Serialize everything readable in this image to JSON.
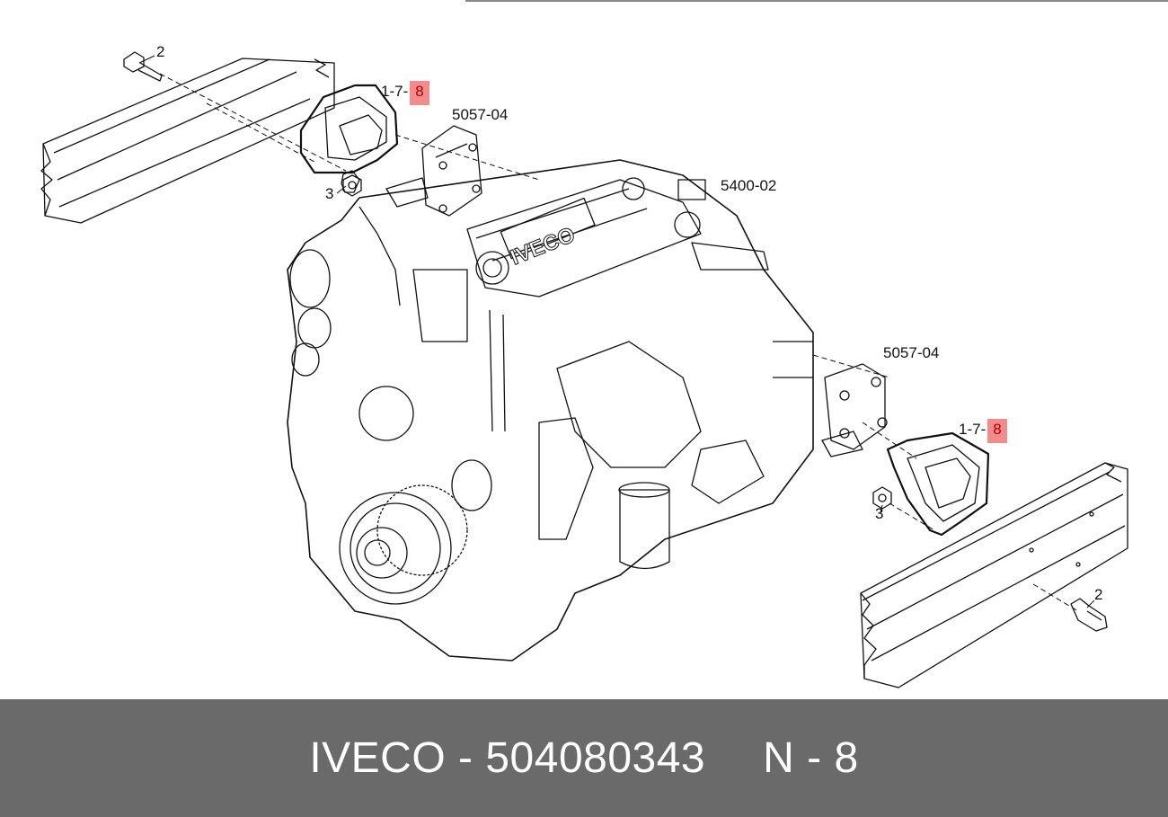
{
  "callouts": {
    "bolt_top": "2",
    "nut_top": "3",
    "mount_top_prefix": "1-7-",
    "mount_top_highlight": "8",
    "bracket_top": "5057-04",
    "engine": "5400-02",
    "bracket_right": "5057-04",
    "mount_right_prefix": "1-7-",
    "mount_right_highlight": "8",
    "nut_right": "3",
    "bolt_right": "2"
  },
  "engine_logo": "IVECO",
  "footer": {
    "brand": "IVECO",
    "separator": "-",
    "part_number": "504080343",
    "position_label": "N",
    "position_separator": "-",
    "position_value": "8"
  },
  "colors": {
    "footer_bg": "#6a6a6a",
    "highlight_bg": "#f28b8b",
    "highlight_text": "#b00000",
    "line": "#111111"
  }
}
